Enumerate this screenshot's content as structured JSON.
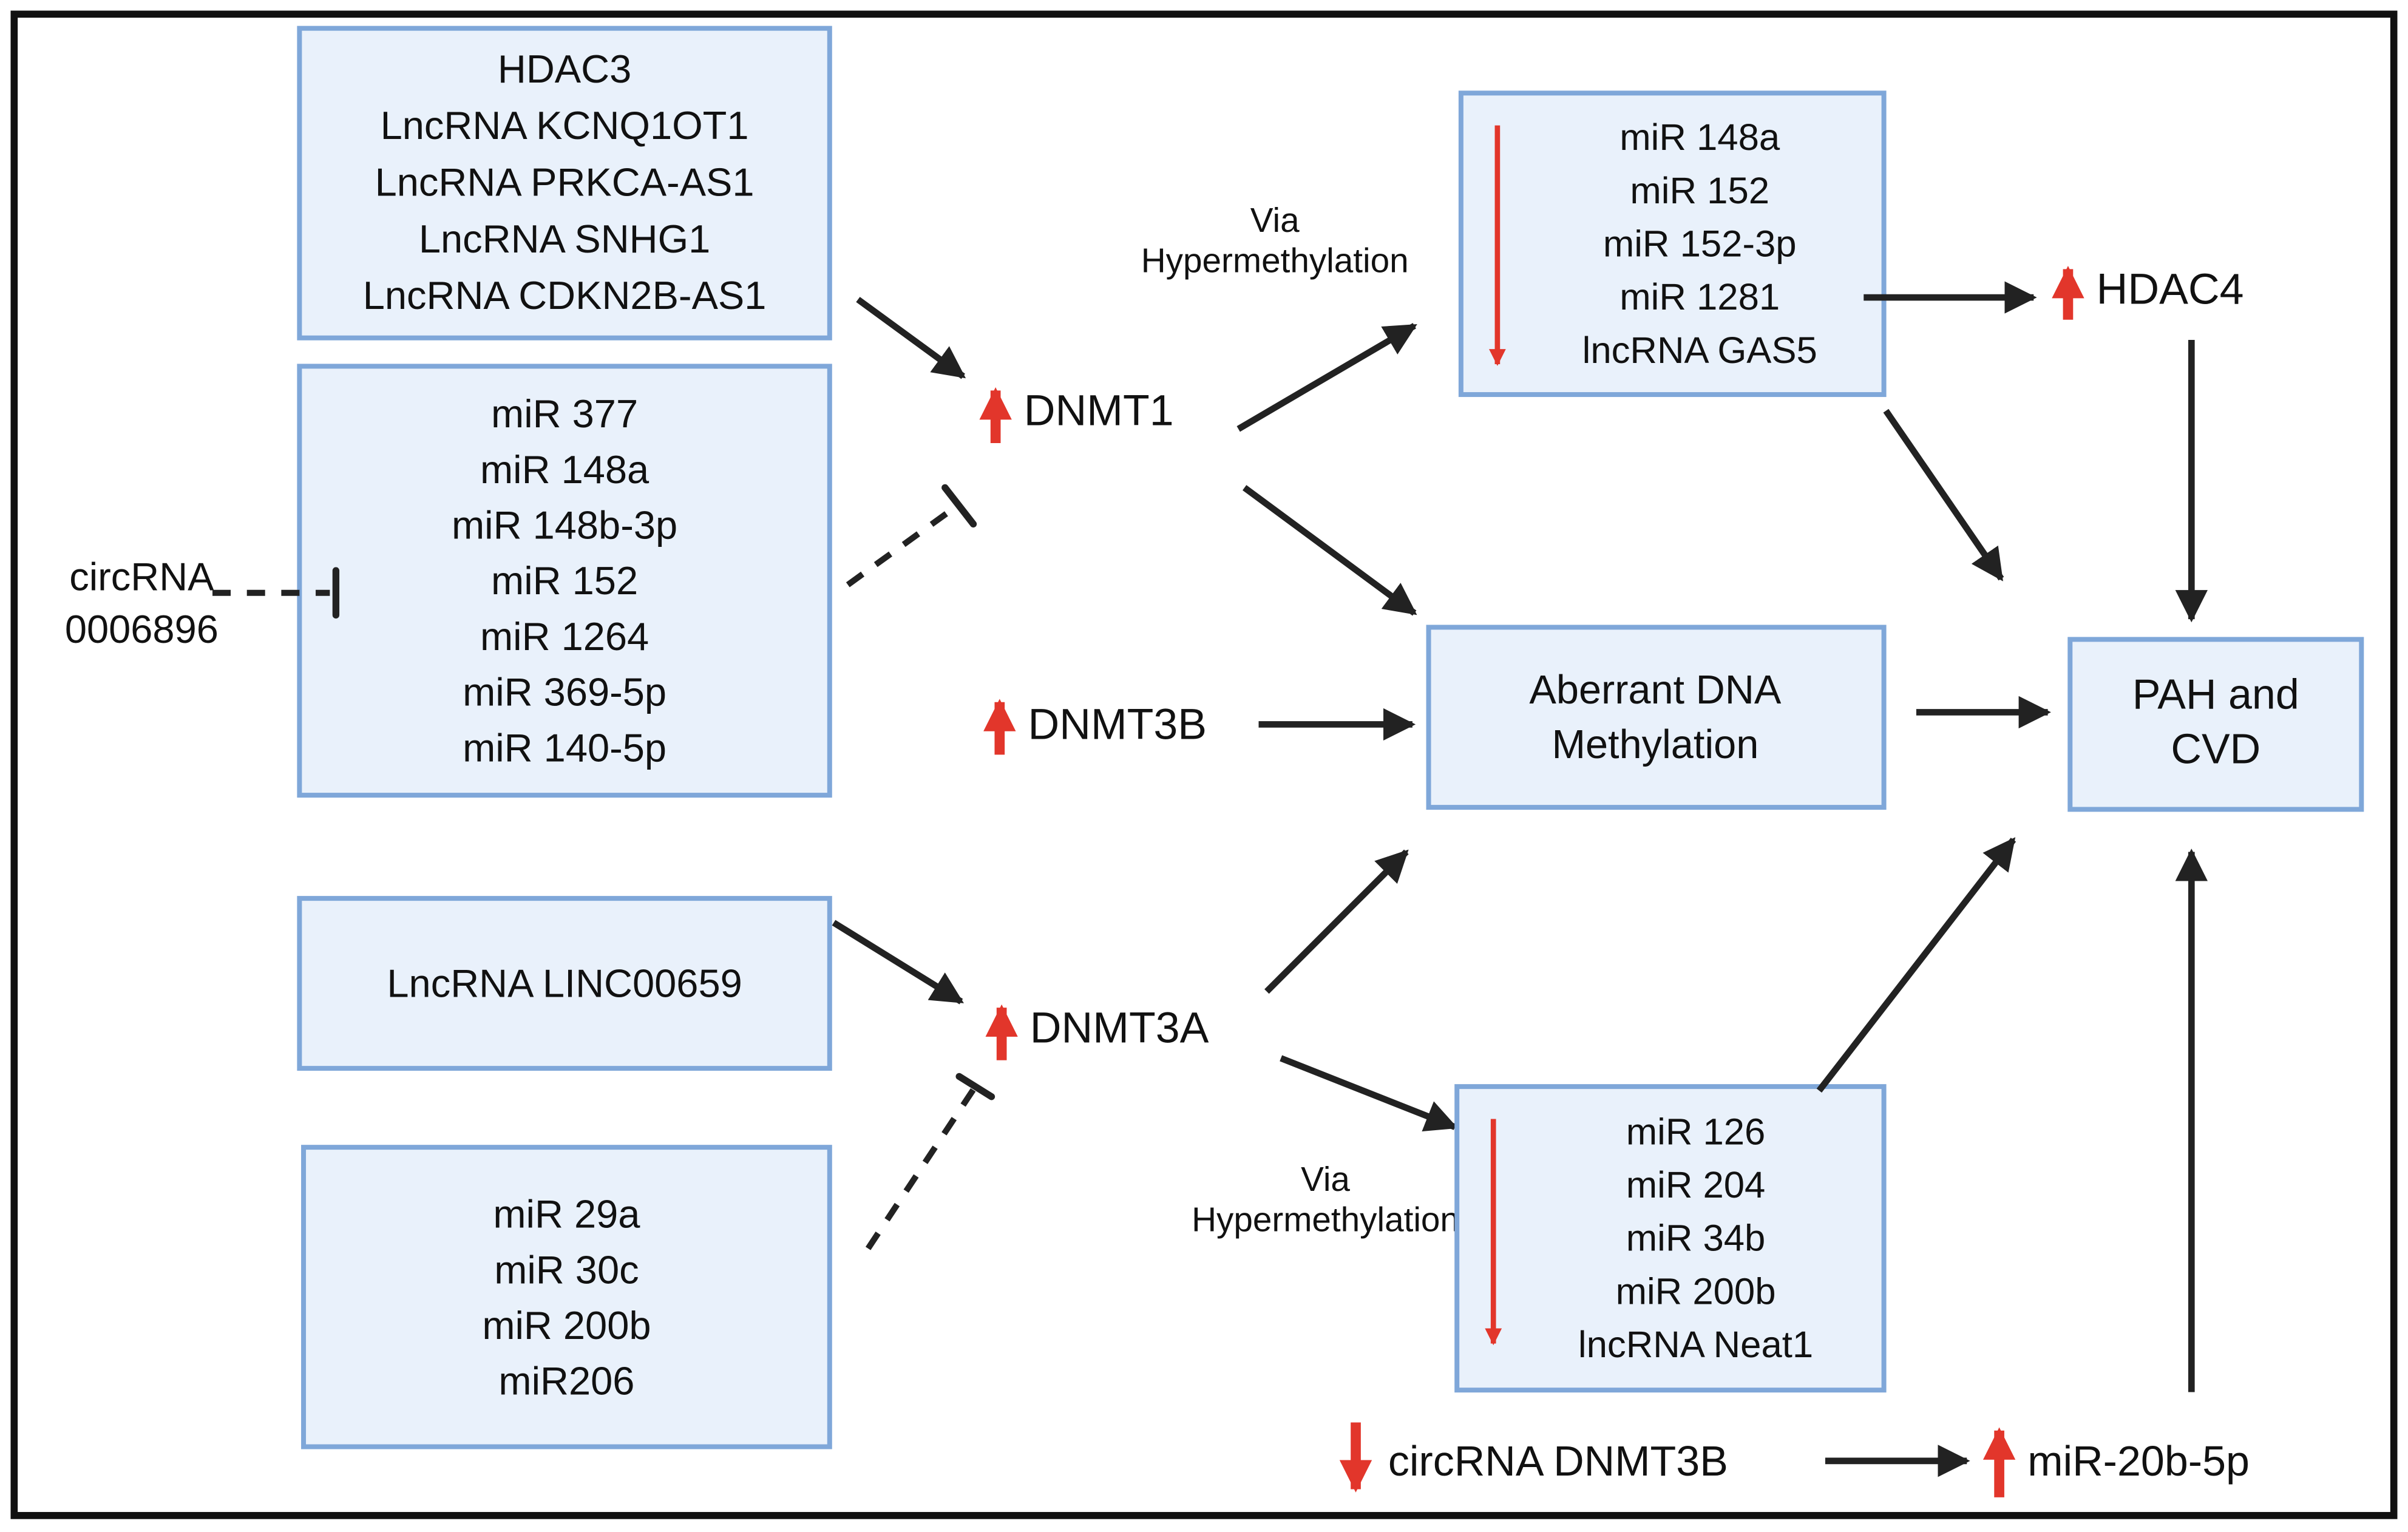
{
  "boxes": {
    "hdac3_lncrnas": {
      "lines": [
        "HDAC3",
        "LncRNA KCNQ1OT1",
        "LncRNA PRKCA-AS1",
        "LncRNA SNHG1",
        "LncRNA CDKN2B-AS1"
      ]
    },
    "mirs_dnmt1": {
      "lines": [
        "miR 377",
        "miR 148a",
        "miR 148b-3p",
        "miR 152",
        "miR 1264",
        "miR 369-5p",
        "miR 140-5p"
      ]
    },
    "gas5": {
      "lines": [
        "miR 148a",
        "miR 152",
        "miR 152-3p",
        "miR 1281",
        "lncRNA GAS5"
      ]
    },
    "aberrant": {
      "lines": [
        "Aberrant DNA",
        "Methylation"
      ]
    },
    "pah_cvd": {
      "lines": [
        "PAH and",
        "CVD"
      ]
    },
    "linc00659": {
      "lines": [
        "LncRNA LINC00659"
      ]
    },
    "mirs_dnmt3a": {
      "lines": [
        "miR 29a",
        "miR 30c",
        "miR 200b",
        "miR206"
      ]
    },
    "neat1": {
      "lines": [
        "miR 126",
        "miR 204",
        "miR 34b",
        "miR 200b",
        "lncRNA Neat1"
      ]
    }
  },
  "labels": {
    "circrna_0006896": {
      "lines": [
        "circRNA",
        "0006896"
      ]
    },
    "dnmt1": "DNMT1",
    "dnmt3b": "DNMT3B",
    "dnmt3a": "DNMT3A",
    "hdac4": "HDAC4",
    "via_hyper_top": {
      "lines": [
        "Via",
        "Hypermethylation"
      ]
    },
    "via_hyper_bottom": {
      "lines": [
        "Via",
        "Hypermethylation"
      ]
    },
    "circrna_dnmt3b": "circRNA DNMT3B",
    "mir_20b_5p": "miR-20b-5p"
  },
  "colors": {
    "red_accent": "#E2362B",
    "arrow_black": "#222222",
    "box_fill": "#E9F1FB",
    "box_border": "#7FA7D9",
    "frame_black": "#111111"
  }
}
